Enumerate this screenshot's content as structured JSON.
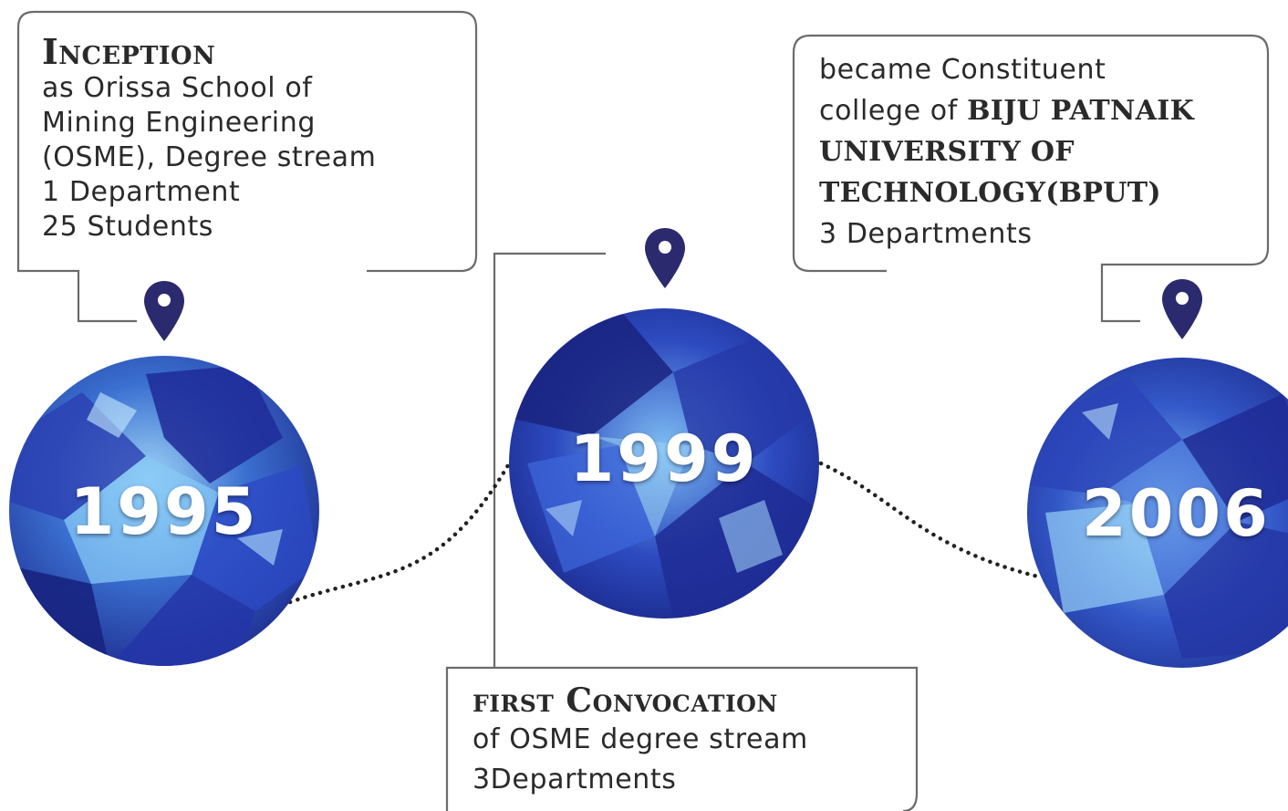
{
  "colors": {
    "pin": "#2b2a6e",
    "callout_stroke": "#6b6b6b",
    "text": "#2a2a2a",
    "circle_deep": "#1e2a9a",
    "circle_light": "#7fc3f2"
  },
  "milestones": [
    {
      "year": "1995",
      "lines": [
        {
          "text": "Inception",
          "style": "heading"
        },
        {
          "text": "as Orissa School of",
          "style": "body"
        },
        {
          "text": "Mining Engineering",
          "style": "body"
        },
        {
          "text": "(OSME), Degree stream",
          "style": "body"
        },
        {
          "text": "1 Department",
          "style": "body"
        },
        {
          "text": "25 Students",
          "style": "body"
        }
      ]
    },
    {
      "year": "1999",
      "lines": [
        {
          "text": "first Convocation",
          "style": "heading"
        },
        {
          "text": "of OSME degree stream",
          "style": "body"
        },
        {
          "text": "3Departments",
          "style": "body"
        }
      ]
    },
    {
      "year": "2006",
      "lines": [
        {
          "text": "became Constituent",
          "style": "body"
        },
        {
          "text": "college of ",
          "style": "body",
          "strong": "BIJU PATNAIK"
        },
        {
          "text": "UNIVERSITY OF",
          "style": "caps"
        },
        {
          "text": "TECHNOLOGY(BPUT)",
          "style": "caps"
        },
        {
          "text": "3 Departments",
          "style": "body"
        }
      ]
    }
  ],
  "icons": [
    "location-pin-icon",
    "location-pin-icon",
    "location-pin-icon"
  ]
}
